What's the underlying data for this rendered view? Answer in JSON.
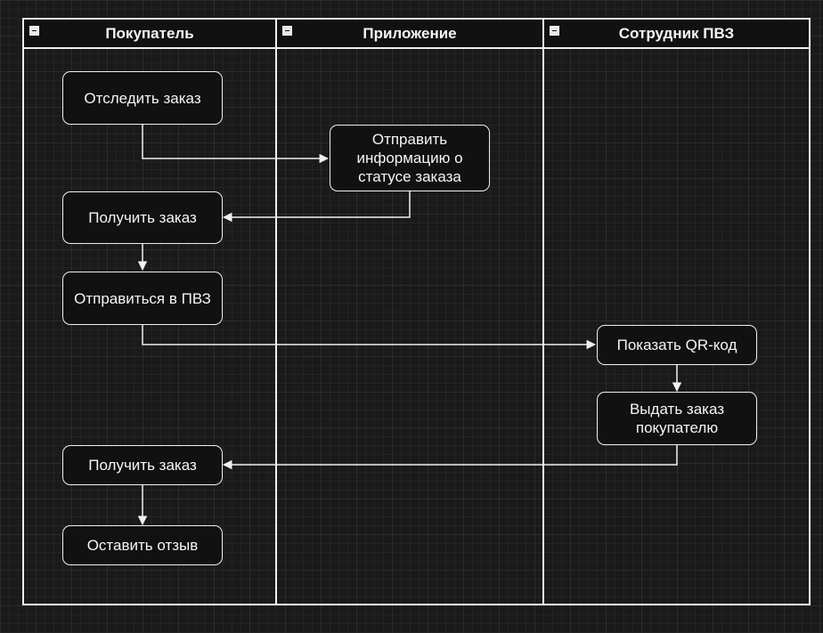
{
  "lanes": [
    {
      "label": "Покупатель"
    },
    {
      "label": "Приложение"
    },
    {
      "label": "Сотрудник ПВЗ"
    }
  ],
  "nodes": {
    "track_order": "Отследить заказ",
    "send_status": "Отправить информацию о статусе заказа",
    "receive_order_1": "Получить заказ",
    "go_to_pickup": "Отправиться в ПВЗ",
    "show_qr": "Показать QR-код",
    "hand_over": "Выдать заказ покупателю",
    "receive_order_2": "Получить заказ",
    "leave_review": "Оставить отзыв"
  },
  "colors": {
    "background": "#1a1a1a",
    "stroke": "#f0f0f0",
    "node_fill": "#111111",
    "text": "#f5f5f5"
  }
}
